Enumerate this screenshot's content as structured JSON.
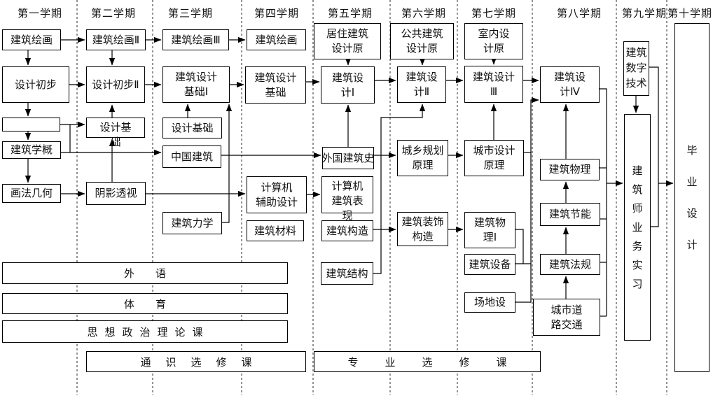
{
  "semesters": [
    {
      "name": "第一学期",
      "courses": [
        "建筑绘画",
        "设计初步",
        "",
        "建筑学概",
        "画法几何"
      ]
    },
    {
      "name": "第二学期",
      "courses": [
        "建筑绘画Ⅱ",
        "设计初步Ⅱ",
        "设计基\n础",
        "阴影透视"
      ]
    },
    {
      "name": "第三学期",
      "courses": [
        "建筑绘画Ⅲ",
        "建筑设计\n基础Ⅰ",
        "设计基础",
        "中国建筑",
        "建筑力学"
      ]
    },
    {
      "name": "第四学期",
      "courses": [
        "建筑绘画",
        "建筑设计\n基础",
        "计算机\n辅助设计",
        "建筑材料"
      ]
    },
    {
      "name": "第五学期",
      "courses": [
        "居住建筑\n设计原",
        "建筑设\n计Ⅰ",
        "外国建筑史",
        "计算机\n建筑表\n现",
        "建筑构造",
        "建筑结构"
      ]
    },
    {
      "name": "第六学期",
      "courses": [
        "公共建筑\n设计原",
        "建筑设\n计Ⅱ",
        "城乡规划\n原理",
        "建筑装饰\n构造"
      ]
    },
    {
      "name": "第七学期",
      "courses": [
        "室内设\n计原",
        "建筑设计\nⅢ",
        "城市设计\n原理",
        "建筑物\n理Ⅰ",
        "建筑设备",
        "场地设"
      ]
    },
    {
      "name": "第八学期",
      "courses": [
        "建筑设\n计Ⅳ",
        "建筑物理",
        "建筑节能",
        "建筑法规",
        "城市道\n路交通"
      ]
    },
    {
      "name": "第九学期",
      "courses": [
        "建筑\n数字\n技术",
        "建\n筑\n师\n业\n务\n实\n习"
      ]
    },
    {
      "name": "第十学期",
      "courses": [
        "毕\n业\n设\n计"
      ]
    }
  ],
  "bars": [
    "外语",
    "体育",
    "思想政治理论课",
    "通识选修课",
    "专业选修课"
  ]
}
